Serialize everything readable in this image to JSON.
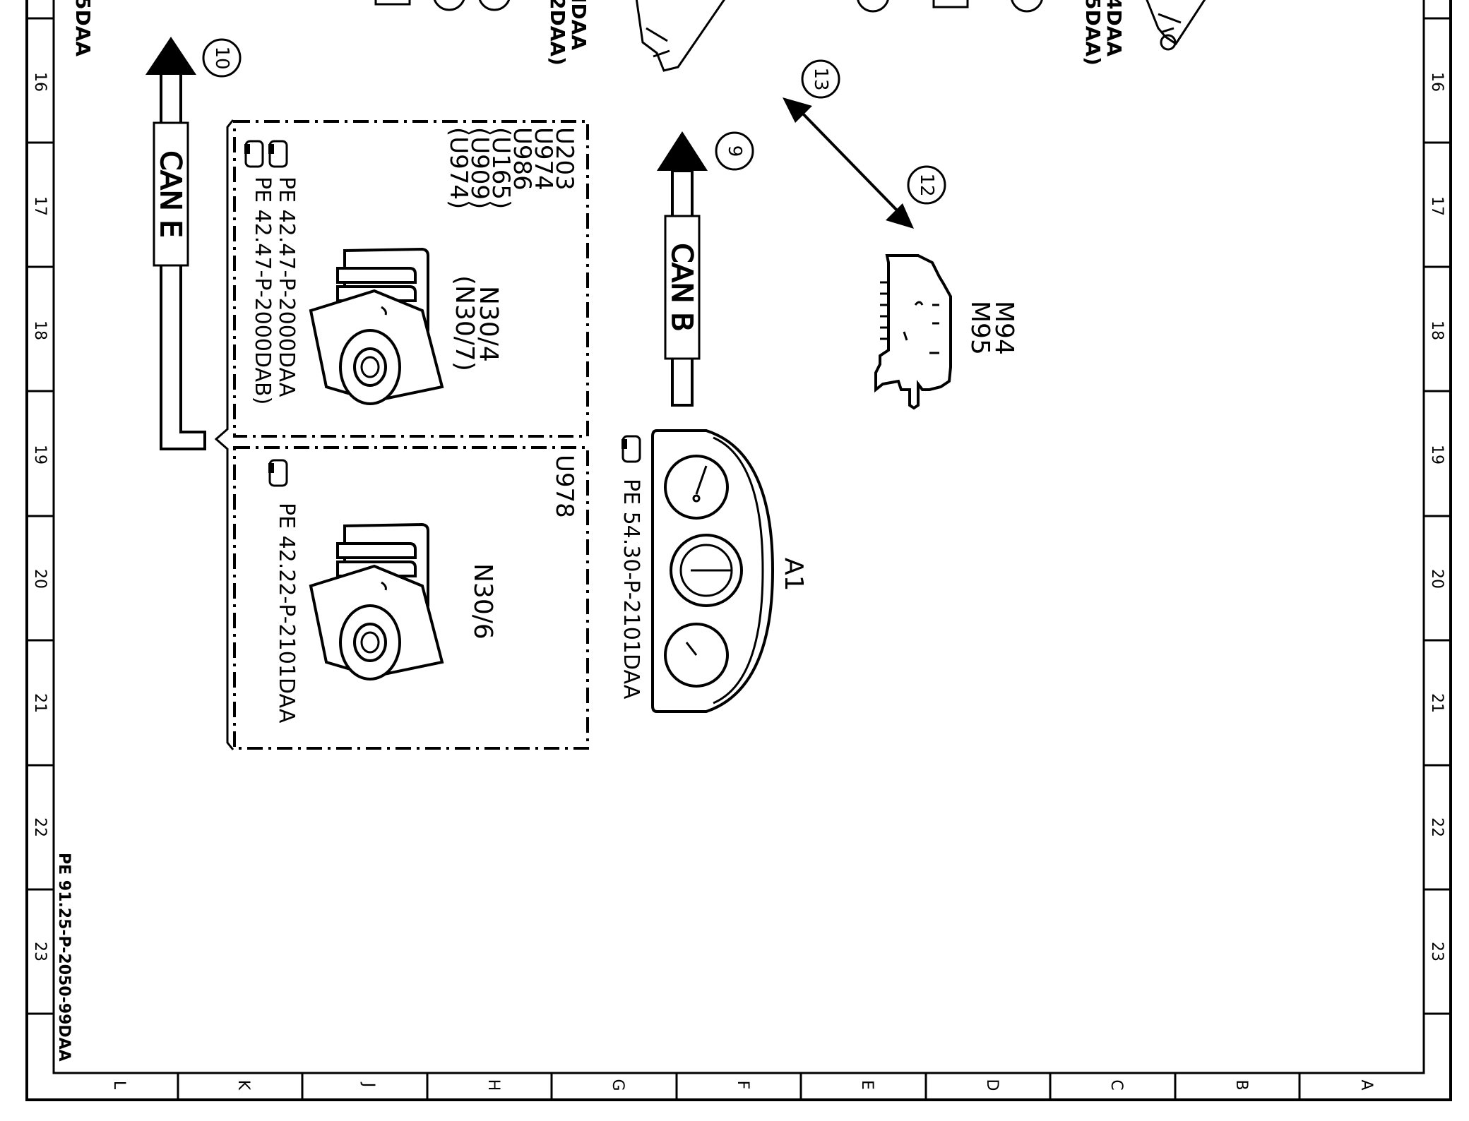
{
  "document": {
    "reference": "PE 91.25-P-2050-99DAA"
  },
  "frame": {
    "row_numbers": [
      "16",
      "17",
      "18",
      "19",
      "20",
      "21",
      "22",
      "23"
    ],
    "column_letters": [
      "L",
      "K",
      "J",
      "H",
      "G",
      "F",
      "E",
      "D",
      "C",
      "B",
      "A"
    ]
  },
  "top_partial": {
    "left_text": "5DAA",
    "mid_text_1": "IDAA",
    "mid_text_2": "2DAA)",
    "right_text_1": "4DAA",
    "right_text_2": "5DAA)"
  },
  "callouts": [
    "10",
    "9",
    "13",
    "12"
  ],
  "buses": {
    "can_e": "CAN E",
    "can_b": "CAN B"
  },
  "group_top": {
    "variants": [
      "U203",
      "U974",
      "U986",
      "(U165)",
      "(U909)",
      "(U974)"
    ],
    "component": "N30/4",
    "component_alt": "(N30/7)",
    "ref_1": "PE 42.47-P-2000DAA",
    "ref_2": "PE 42.47-P-2000DAB)"
  },
  "group_bottom": {
    "variant": "U978",
    "component": "N30/6",
    "ref": "PE 42.22-P-2101DAA"
  },
  "instrument": {
    "label": "A1",
    "ref": "PE 54.30-P-2101DAA"
  },
  "motors": {
    "label_1": "M94",
    "label_2": "M95"
  }
}
